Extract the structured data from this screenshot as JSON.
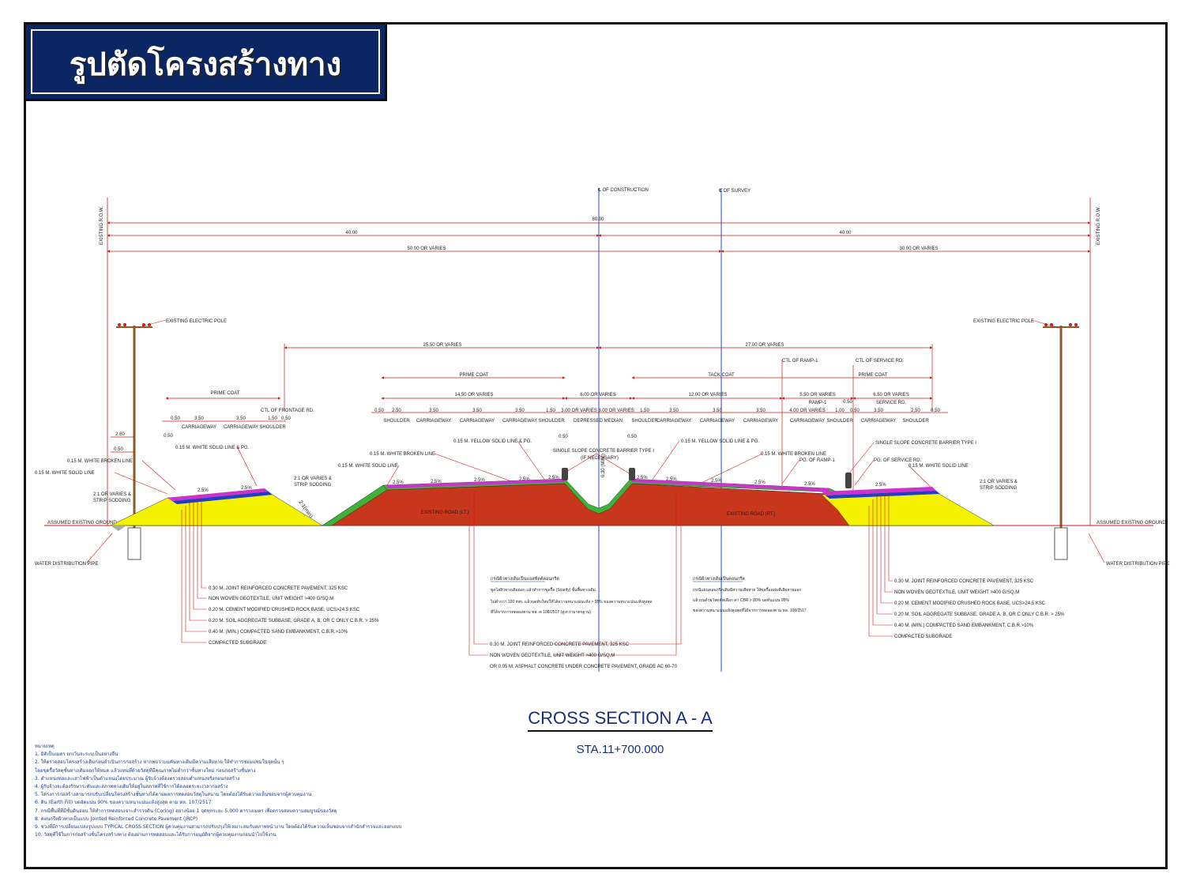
{
  "header": {
    "title": "รูปตัดโครงสร้างทาง"
  },
  "drawing": {
    "cl_construction": "℄ OF CONSTRUCTION",
    "cl_survey": "℄ OF SURVEY",
    "existing_row_left": "EXISTING R.O.W.",
    "existing_row_right": "EXISTING R.O.W.",
    "dim_total": "80.00",
    "dim_left_half": "40.00",
    "dim_right_half": "40.00",
    "dim_left_varies": "50.00 OR VARIES",
    "dim_right_varies": "30.00 OR VARIES",
    "electric_pole_left": "EXISTING ELECTRIC POLE",
    "electric_pole_right": "EXISTING ELECTRIC POLE",
    "dim_left_road": "25.50 OR VARIES",
    "dim_right_road": "27.00 OR VARIES",
    "ctl_ramp": "CTL OF RAMP-1",
    "ctl_service": "CTL OF SERVICE RD.",
    "prime_coat_1": "PRIME COAT",
    "prime_coat_2": "PRIME COAT",
    "tack_coat": "TACK COAT",
    "prime_coat_3": "PRIME COAT",
    "ctl_frontage": "CTL OF FRONTAGE RD.",
    "dim_14_50": "14.50 OR VARIES",
    "dim_6_00": "6.00 OR VARIES",
    "dim_12_00": "12.00 OR VARIES",
    "dim_5_50": "5.50 OR VARIES",
    "ramp_1": "RAMP-1",
    "dim_6_50": "6.50 OR VARIES",
    "service_rd": "SERVICE RD.",
    "lane_dims_left": [
      "0.50",
      "3.50",
      "3.50",
      "1.50",
      "0.50"
    ],
    "lane_labels_left": [
      "CARRIAGEWAY",
      "CARRIAGEWAY",
      "SHOULDER"
    ],
    "dim_2_60": "2.60",
    "dim_0_50_a": "0.50",
    "dim_0_50_b": "0.50",
    "main_dims": [
      "0.50",
      "2.50",
      "3.50",
      "3.50",
      "3.50",
      "1.50",
      "3.00 OR VARIES",
      "3.00 OR VARIES",
      "1.50",
      "3.50",
      "3.50",
      "3.50",
      "4.00 OR VARIES",
      "1.00",
      "0.50",
      "3.50",
      "2.50",
      "0.50"
    ],
    "main_labels": [
      "SHOULDER",
      "CARRIAGEWAY",
      "CARRIAGEWAY",
      "CARRIAGEWAY",
      "SHOULDER",
      "DEPRESSED MEDIAN",
      "SHOULDER",
      "CARRIAGEWAY",
      "CARRIAGEWAY",
      "CARRIAGEWAY",
      "CARRIAGEWAY",
      "SHOULDER",
      "CARRIAGEWAY",
      "SHOULDER"
    ],
    "dim_0_50_c": "0.50",
    "callout_yellow_left": "0.15 M. YELLOW SOLID LINE & PG.",
    "callout_barrier": "SINGLE SLOPE CONCRETE BARRIER TYPE I",
    "callout_if_necessary": "(IF NECESSARY)",
    "dim_0_50_d": "0.50",
    "dim_0_50_e": "0.50",
    "callout_yellow_right": "0.15 M. YELLOW SOLID LINE & PG.",
    "callout_barrier_right": "SINGLE SLOPE CONCRETE BARRIER TYPE I",
    "callout_white_solid_pg": "0.15 M. WHITE SOLID LINE & PG.",
    "callout_white_broken_left": "0.15 M. WHITE BROKEN LINE",
    "callout_white_solid_left": "0.15 M. WHITE SOLID LINE",
    "callout_white_broken_mid": "0.15 M. WHITE BROKEN LINE",
    "callout_white_solid_mid": "0.15 M. WHITE SOLID LINE",
    "callout_white_broken_right": "0.15 M. WHITE BROKEN LINE",
    "callout_pg_ramp": "PG. OF RAMP-1",
    "callout_pg_service": "PG. OF SERVICE RD.",
    "callout_white_solid_right": "0.15 M. WHITE SOLID LINE",
    "slope_left": "2:1 OR VARIES & STRIP SODDING",
    "slope_mid": "2:1 OR VARIES & STRIP SODDING",
    "slope_right": "2:1 OR VARIES & STRIP SODDING",
    "slope_min": "2:1(min)",
    "median_min": "0.30 (MIN.)",
    "slope_pct": [
      "2.5%",
      "2.5%",
      "2.5%",
      "2.5%",
      "2.5%",
      "2.5%",
      "2.5%",
      "2.5%",
      "2.5%",
      "2.5%",
      "2.5%",
      "2.5%",
      "2.5%"
    ],
    "existing_road_lt": "EXISTING ROAD (LT.)",
    "existing_road_rt": "EXISTING ROAD (RT.)",
    "ground_left": "ASSUMED EXISTING GROUND",
    "ground_right": "ASSUMED EXISTING GROUND",
    "water_pipe_left": "WATER DISTRIBUTION PIPE",
    "water_pipe_right": "WATER DISTRIBUTION PIPE",
    "layers_left": [
      "0.30 M. JOINT REINFORCED CONCRETE PAVEMENT, 325 KSC",
      "NON WOVEN GEOTEXTILE, UNIT WEIGHT >400 G/SQ.M",
      "0.20 M. CEMENT MODIFIED CRUSHED ROCK BASE, UCS>24.5 KSC",
      "0.20 M. SOIL AGGREGATE SUBBASE, GRADE A, B, OR C ONLY  C.B.R. > 25%",
      "0.40 M. (MIN.) COMPACTED SAND EMBANKMENT, C.B.R.>10%",
      "COMPACTED SUBGRADE"
    ],
    "layers_center": [
      "0.30 M. JOINT REINFORCED CONCRETE PAVEMENT, 325 KSC",
      "NON WOVEN GEOTEXTILE, UNIT WEIGHT >400 G/SQ.M",
      "OR 0.05 M. ASPHALT CONCRETE UNDER CONCRETE PAVEMENT, GRADE AC 60-70"
    ],
    "layers_right": [
      "0.30 M. JOINT REINFORCED CONCRETE PAVEMENT, 325 KSC",
      "NON WOVEN GEOTEXTILE, UNIT WEIGHT >400 G/SQ.M",
      "0.20 M. CEMENT MODIFIED CRUSHED ROCK BASE, UCS>24.5 KSC",
      "0.20 M. SOIL AGGREGATE SUBBASE, GRADE A, B, OR C ONLY  C.B.R. > 25%",
      "0.40 M. (MIN.) COMPACTED SAND EMBANKMENT, C.B.R.>10%",
      "COMPACTED SUBGRADE"
    ],
    "note_center_title": "กรณีผิวทางเดิมเป็นแอสฟัลต์คอนกรีต",
    "note_center_lines": [
      "ขูดไสผิวทางเดิมออก แล้วทำการขูดรื้อ (Scarify) ชั้นพื้นทางเดิม",
      "ไม่ต่ำกว่า 100 mm. แล้วบดทับใหม่ให้ได้ความหนาแน่นแห้ง > 95% ของความหนาแน่นแห้งสูงสุด",
      "ที่ได้จากการทดลองตาม ทล.-ท 108/2517 (สูงกว่ามาตรฐาน)"
    ],
    "note_right_title": "กรณีผิวทางเดิมเป็นคอนกรีต",
    "note_right_lines": [
      "กรณีแผ่นคอนกรีตเดิมมีความเสียหาย ให้ขุดรื้อแผ่นที่เสียหายออก",
      "แล้วถมด้วยวัสดุคัดเลือก ค่า CBR > 80% บดทับแน่น 95%",
      "ของความหนาแน่นแห้งสูงสุดที่ได้จากการทดลองตาม ทล. 108/2517"
    ]
  },
  "cross_section": {
    "title": "CROSS SECTION A - A",
    "station": "STA.11+700.000"
  },
  "notes": [
    "หมายเหตุ",
    "1. มิติเป็นเมตร ยกเว้นจะระบุเป็นอย่างอื่น",
    "2. ให้ตรวจสอบโครงสร้างเดิมก่อนดำเนินการก่อสร้าง หากพบว่าบนคันทางเดิมมีความเสียหาย ให้ทำการซ่อมแซมในจุดนั้น ๆ",
    "   โดยขุดรื้อวัสดุชั้นทางเดิมออกให้หมด แล้วแทนที่ด้วยวัสดุที่มีคุณภาพไม่ต่ำกว่าชั้นทางใหม่ ก่อนก่อสร้างชั้นทาง",
    "3. ตำแหน่งท่อและเสาไฟฟ้าเป็นตำแหน่งโดยประมาณ ผู้รับจ้างต้องตรวจสอบตำแหน่งจริงก่อนก่อสร้าง",
    "4. ผู้รับจ้างจะต้องรักษาระดับและสภาพทางเดิมให้อยู่ในสภาพที่ใช้การได้ตลอดระยะเวลาก่อสร้าง",
    "5. โครงการก่อสร้างสามารถปรับเปลี่ยนโครงสร้างชั้นทางได้ตามผลการทดสอบวัสดุในสนาม โดยต้องได้รับความเห็นชอบจากผู้ควบคุมงาน",
    "6. ดิน (Earth Fill) บดอัดแน่น 90% ของความหนาแน่นแห้งสูงสุด ตาม ทล. 107/2517",
    "7. กรณีพื้นที่ที่มีชั้นดินอ่อน ให้ทำการทดสอบเจาะสำรวจดิน (Coring) อย่างน้อย 1 จุดทุกระยะ 5,000 ตารางเมตร เพื่อตรวจสอบความสมบูรณ์ของวัสดุ",
    "8. คอนกรีตผิวทางเป็นแบบ Jointed Reinforced Concrete Pavement (JRCP)",
    "9. ช่วงที่มีการเปลี่ยนแปลงรูปแบบ TYPICAL CROSS SECTION ผู้ควบคุมงานสามารถปรับปรุงให้เหมาะสมกับสภาพหน้างาน โดยต้องได้รับความเห็นชอบจากสำนักสำรวจและออกแบบ",
    "10. วัสดุที่ใช้ในการก่อสร้างชั้นโครงสร้างทาง ต้องผ่านการทดสอบและได้รับการอนุมัติจากผู้ควบคุมงานก่อนนำไปใช้งาน"
  ],
  "colors": {
    "title_bg": "#0c2664",
    "fill_yellow": "#f5f200",
    "fill_red": "#c8361c",
    "fill_green": "#3fb23a",
    "layer_magenta": "#cc33cc",
    "layer_blue": "#1d3fc9",
    "leader_red": "#d11a1a",
    "centerline_blue": "#2a4ad1"
  }
}
